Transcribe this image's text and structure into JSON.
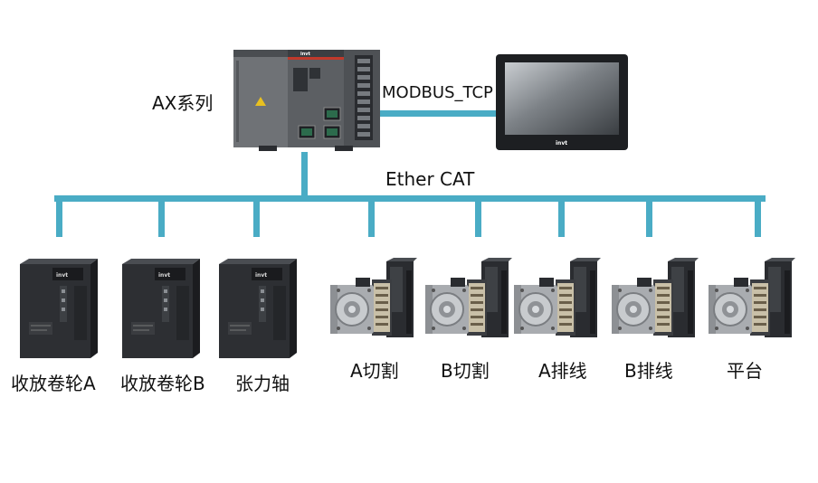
{
  "controller": {
    "label": "AX系列"
  },
  "hmi_link": {
    "label": "MODBUS_TCP"
  },
  "bus": {
    "label": "Ether CAT"
  },
  "brand": "invt",
  "devices": [
    {
      "label": "收放卷轮A",
      "kind": "drive"
    },
    {
      "label": "收放卷轮B",
      "kind": "drive"
    },
    {
      "label": "张力轴",
      "kind": "drive"
    },
    {
      "label": "A切割",
      "kind": "servo"
    },
    {
      "label": "B切割",
      "kind": "servo"
    },
    {
      "label": "A排线",
      "kind": "servo"
    },
    {
      "label": "B排线",
      "kind": "servo"
    },
    {
      "label": "平台",
      "kind": "servo"
    }
  ],
  "colors": {
    "bus": "#4aacc5"
  }
}
